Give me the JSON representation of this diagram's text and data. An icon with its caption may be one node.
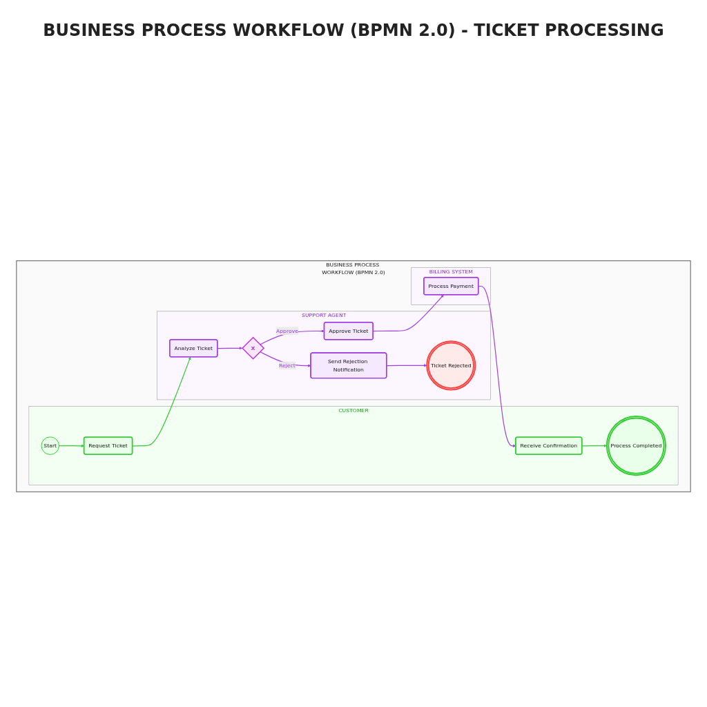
{
  "diagram": {
    "title": "BUSINESS PROCESS WORKFLOW (BPMN 2.0) - TICKET PROCESSING",
    "nodes": [
      {
        "text": [
          "BUSINESS PROCESS WORKFLOW (BPMN 2.0)"
        ]
      },
      {
        "text": [
          "CUSTOMER"
        ],
        "in": 0
      },
      {
        "text": [
          "Start"
        ],
        "in": 1
      },
      {
        "text": [
          "Request Ticket"
        ],
        "in": 1
      },
      {
        "text": [
          "Receive Confirmation"
        ],
        "in": 1
      },
      {
        "text": [
          "Process Completed"
        ],
        "in": 1
      },
      {
        "text": [
          "SUPPORT AGENT"
        ],
        "in": 0
      },
      {
        "text": [
          "Analyze Ticket"
        ],
        "in": 6
      },
      {
        "text": [
          "X"
        ],
        "in": 6
      },
      {
        "text": [
          "Send Rejection Notification"
        ],
        "in": 6
      },
      {
        "text": [
          "Approve Ticket"
        ],
        "in": 6
      },
      {
        "text": [
          "Ticket Rejected"
        ],
        "in": 6
      },
      {
        "text": [
          "BILLING SYSTEM"
        ],
        "in": 0
      },
      {
        "text": [
          "Process Payment"
        ],
        "in": 12
      }
    ],
    "edges": [
      {
        "from": 2,
        "to": 3,
        "arrow": "to",
        "color": "#33cc33"
      },
      {
        "from": 3,
        "to": 7,
        "arrow": "to",
        "color": "#33cc33"
      },
      {
        "from": 7,
        "to": 8,
        "arrow": "to"
      },
      {
        "from": 8,
        "to": 9,
        "arrow": "to",
        "label": "Reject"
      },
      {
        "from": 8,
        "to": 10,
        "arrow": "to",
        "label": "Approve"
      },
      {
        "from": 9,
        "to": 11,
        "arrow": "to"
      },
      {
        "from": 10,
        "to": 13,
        "arrow": "to"
      },
      {
        "from": 13,
        "to": 4,
        "arrow": "to"
      },
      {
        "from": 4,
        "to": 5,
        "arrow": "to",
        "color": "#33cc33"
      }
    ]
  }
}
